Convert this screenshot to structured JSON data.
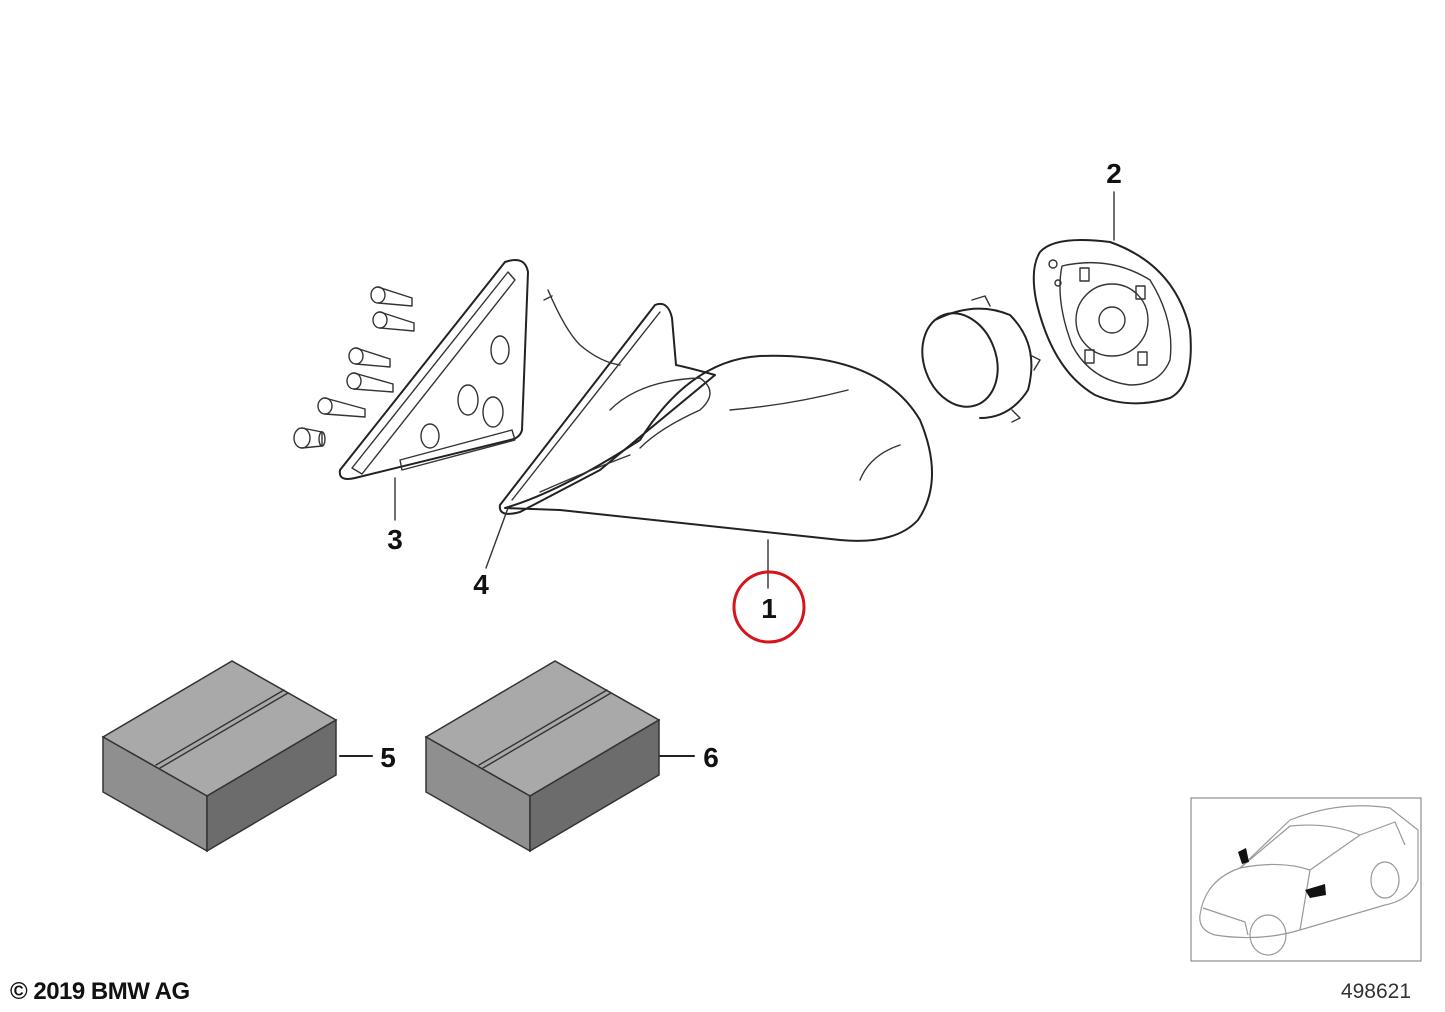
{
  "callouts": {
    "part_1": "1",
    "part_2": "2",
    "part_3": "3",
    "part_4": "4",
    "part_5": "5",
    "part_6": "6"
  },
  "highlight_color": "#d6141b",
  "box_colors": {
    "top": "#a9a9a9",
    "front": "#8f8f8f",
    "side": "#6c6c6c"
  },
  "footer": {
    "copyright": "© 2019 BMW AG",
    "diagram_number": "498621"
  }
}
